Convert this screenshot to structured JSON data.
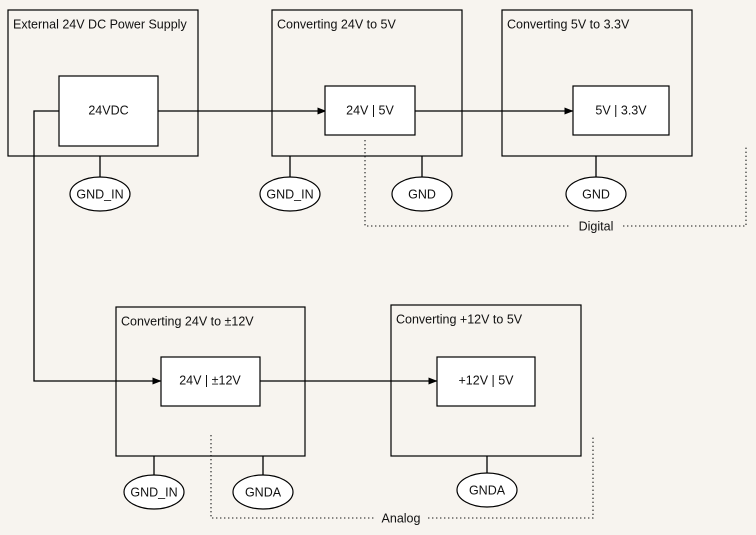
{
  "diagram": {
    "background_color": "#f7f4ef",
    "line_color": "#000000",
    "block_fill": "#ffffff",
    "groups": [
      {
        "id": "external-supply",
        "title": "External 24V DC Power Supply",
        "block_label": "24VDC",
        "grounds": [
          "GND_IN"
        ]
      },
      {
        "id": "convert-24v-5v",
        "title": "Converting 24V to 5V",
        "block_label": "24V | 5V",
        "grounds": [
          "GND_IN",
          "GND"
        ]
      },
      {
        "id": "convert-5v-33v",
        "title": "Converting 5V to 3.3V",
        "block_label": "5V | 3.3V",
        "grounds": [
          "GND"
        ]
      },
      {
        "id": "convert-24v-12v",
        "title": "Converting 24V to ±12V",
        "block_label": "24V | ±12V",
        "grounds": [
          "GND_IN",
          "GNDA"
        ]
      },
      {
        "id": "convert-12v-5v",
        "title": "Converting +12V to 5V",
        "block_label": "+12V | 5V",
        "grounds": [
          "GNDA"
        ]
      }
    ],
    "zones": [
      {
        "id": "digital-zone",
        "label": "Digital"
      },
      {
        "id": "analog-zone",
        "label": "Analog"
      }
    ],
    "ground_nodes": {
      "supply_gnd_in": "GND_IN",
      "conv5v_gnd_in": "GND_IN",
      "conv5v_gnd": "GND",
      "conv33v_gnd": "GND",
      "conv12v_gnd_in": "GND_IN",
      "conv12v_gnda": "GNDA",
      "conv12v5v_gnda": "GNDA"
    }
  }
}
